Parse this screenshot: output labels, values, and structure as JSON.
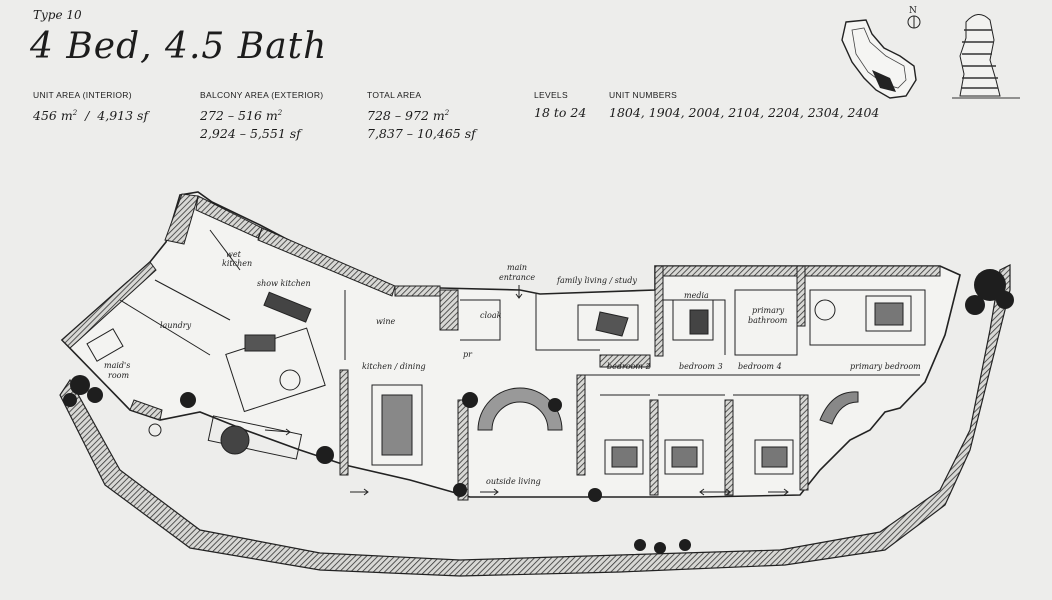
{
  "header": {
    "type_label": "Type 10",
    "title": "4 Bed, 4.5 Bath"
  },
  "stats": {
    "unit_area": {
      "label": "UNIT AREA (INTERIOR)",
      "metric_value": "456",
      "metric_unit": "m",
      "separator": "/",
      "imperial": "4,913 sf"
    },
    "balcony_area": {
      "label": "BALCONY AREA (EXTERIOR)",
      "metric_value": "272 – 516",
      "metric_unit": "m",
      "imperial": "2,924 – 5,551 sf"
    },
    "total_area": {
      "label": "TOTAL AREA",
      "metric_value": "728 – 972",
      "metric_unit": "m",
      "imperial": "7,837 – 10,465 sf"
    },
    "levels": {
      "label": "LEVELS",
      "value": "18 to 24"
    },
    "unit_numbers": {
      "label": "UNIT NUMBERS",
      "value": "1804, 1904, 2004, 2104, 2204, 2304, 2404"
    }
  },
  "superscript": "2",
  "compass": {
    "letter": "N"
  },
  "rooms": {
    "wet_kitchen_1": "wet",
    "wet_kitchen_2": "kitchen",
    "show_kitchen": "show kitchen",
    "laundry": "laundry",
    "maids_room_1": "maid's",
    "maids_room_2": "room",
    "wine": "wine",
    "kitchen_dining": "kitchen / dining",
    "main_entrance_1": "main",
    "main_entrance_2": "entrance",
    "cloak": "cloak",
    "pr": "pr",
    "family_living": "family living / study",
    "media": "media",
    "primary_bathroom_1": "primary",
    "primary_bathroom_2": "bathroom",
    "bedroom_2": "bedroom 2",
    "bedroom_3": "bedroom 3",
    "bedroom_4": "bedroom 4",
    "primary_bedroom": "primary bedroom",
    "outside_living": "outside living"
  },
  "colors": {
    "background": "#ededeb",
    "ink": "#1c1c1c",
    "hatch": "#3a3a3a"
  }
}
